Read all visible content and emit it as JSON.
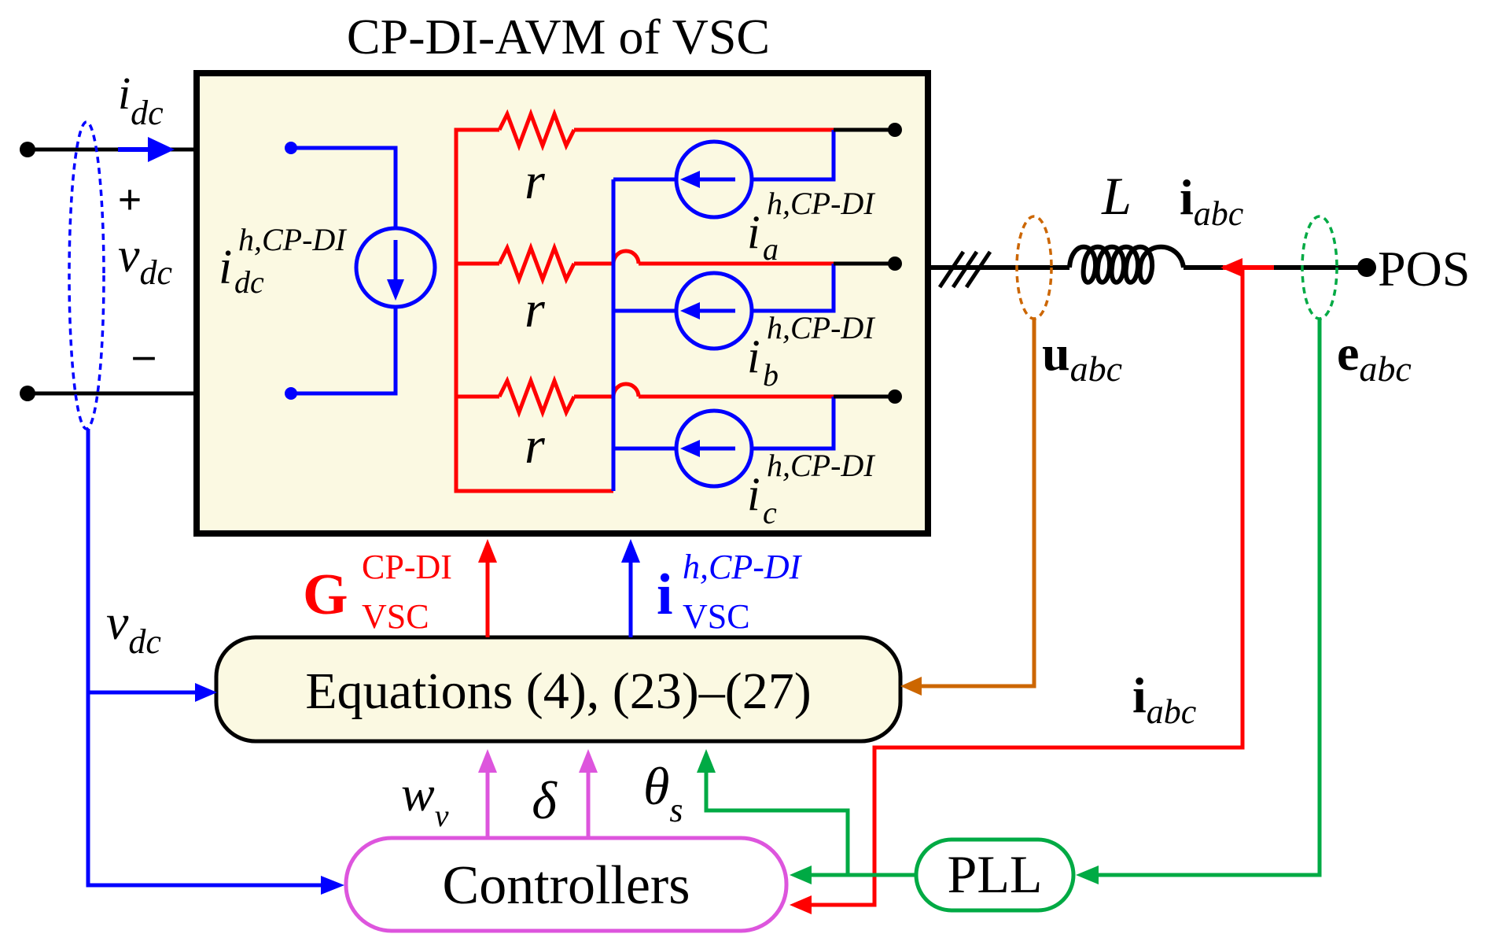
{
  "title": "CP-DI-AVM of VSC",
  "labels": {
    "idc_main": "i",
    "idc_sub": "dc",
    "plus": "+",
    "minus": "–",
    "vdc_main": "v",
    "vdc_sub": "dc",
    "idc_src_main": "i",
    "idc_src_sup": "h,CP-DI",
    "idc_src_sub": "dc",
    "r": "r",
    "ia_main": "i",
    "ia_sup": "h,CP-DI",
    "ia_sub": "a",
    "ib_main": "i",
    "ib_sup": "h,CP-DI",
    "ib_sub": "b",
    "ic_main": "i",
    "ic_sup": "h,CP-DI",
    "ic_sub": "c",
    "L": "L",
    "iabc_top_main": "i",
    "iabc_top_sub": "abc",
    "uabc_main": "u",
    "uabc_sub": "abc",
    "eabc_main": "e",
    "eabc_sub": "abc",
    "pos": "POS",
    "G_main": "G",
    "G_sup": "CP-DI",
    "G_sub": "VSC",
    "ivsc_main": "i",
    "ivsc_sup": "h,CP-DI",
    "ivsc_sub": "VSC",
    "vdc_left_main": "v",
    "vdc_left_sub": "dc",
    "iabc_right_main": "i",
    "iabc_right_sub": "abc",
    "wv_main": "w",
    "wv_sub": "v",
    "delta": "δ",
    "theta_main": "θ",
    "theta_sub": "s"
  },
  "blocks": {
    "equations": "Equations (4), (23)–(27)",
    "controllers": "Controllers",
    "pll": "PLL"
  },
  "colors": {
    "black": "#000000",
    "blue": "#0000ff",
    "red": "#ff0000",
    "orange": "#cc6600",
    "green": "#00aa44",
    "violet": "#dd55dd",
    "box_fill": "#fbf9e2"
  }
}
